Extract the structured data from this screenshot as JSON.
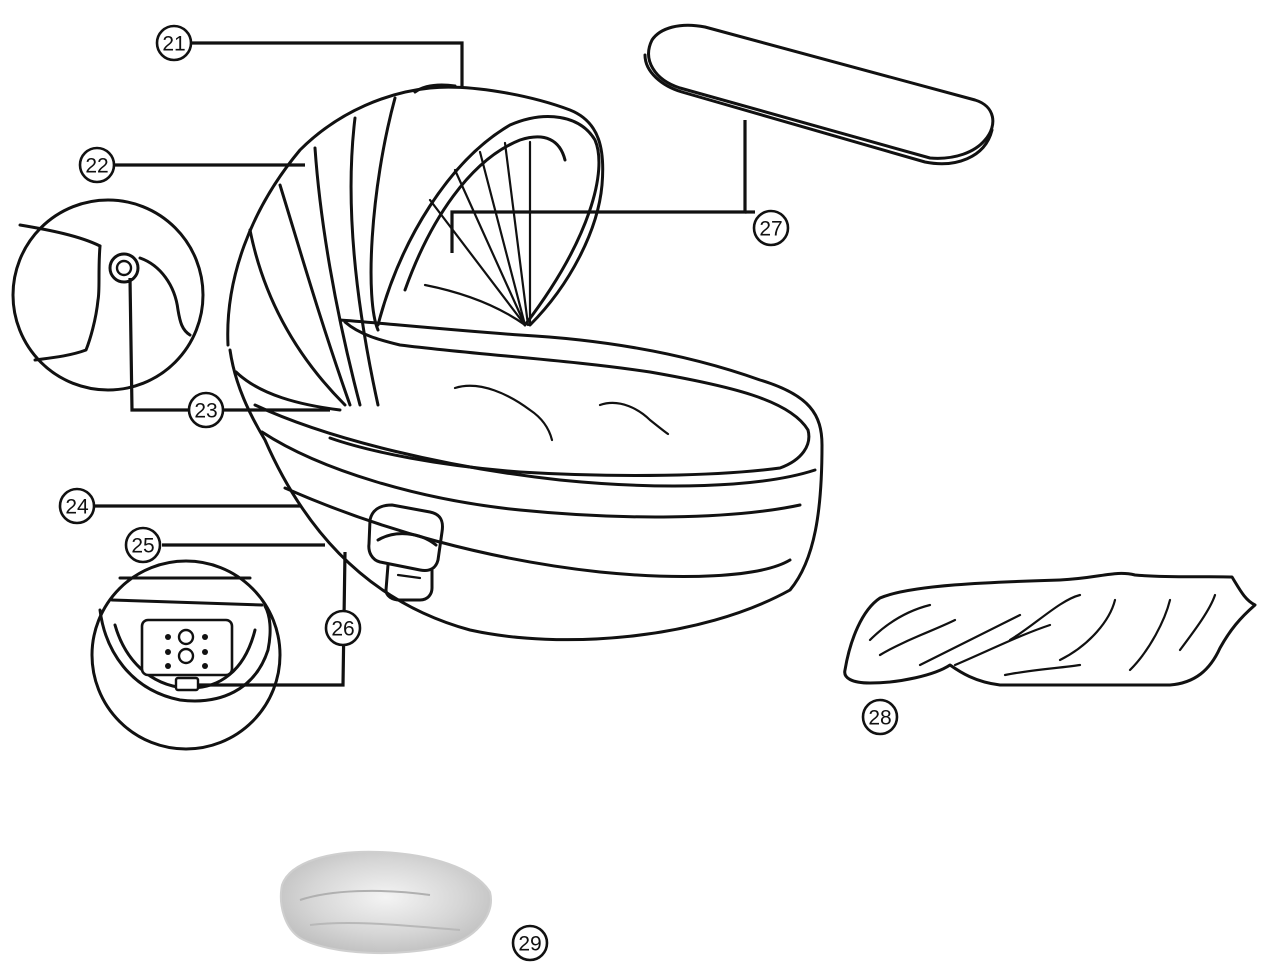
{
  "callouts": {
    "c21": "21",
    "c22": "22",
    "c23": "23",
    "c24": "24",
    "c25": "25",
    "c26": "26",
    "c27": "27",
    "c28": "28",
    "c29": "29"
  },
  "colors": {
    "line": "#111111",
    "background": "#ffffff",
    "bag": "#d9d9d9"
  }
}
